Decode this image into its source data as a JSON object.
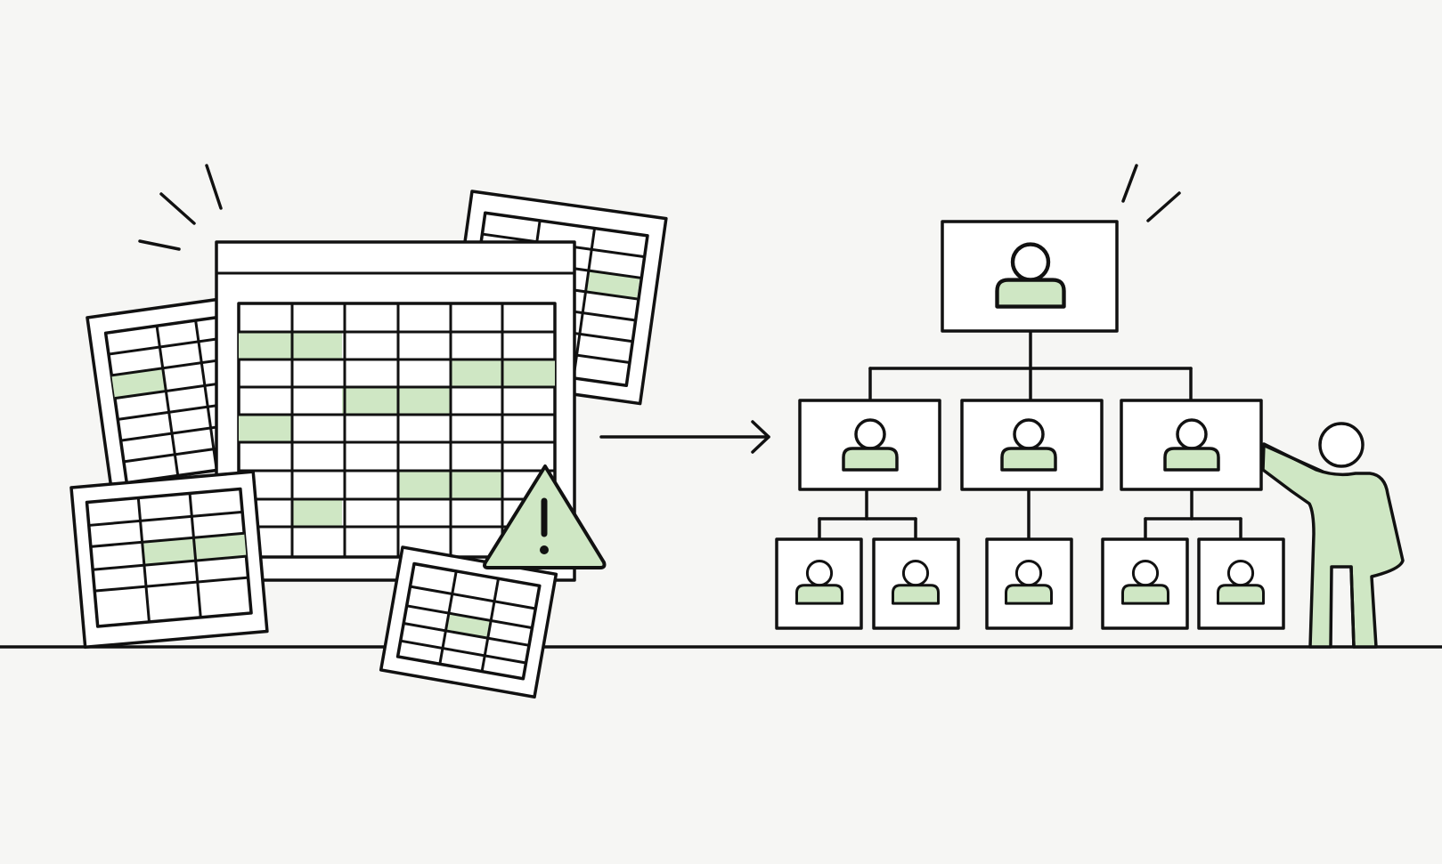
{
  "colors": {
    "background": "#f6f6f4",
    "ink": "#111111",
    "accent_green": "#cfe7c4",
    "paper": "#ffffff"
  },
  "icons": {
    "warning": "warning-triangle-icon",
    "person": "person-icon",
    "arrow": "arrow-right-icon"
  },
  "org_chart": {
    "levels": [
      1,
      3,
      5
    ]
  }
}
